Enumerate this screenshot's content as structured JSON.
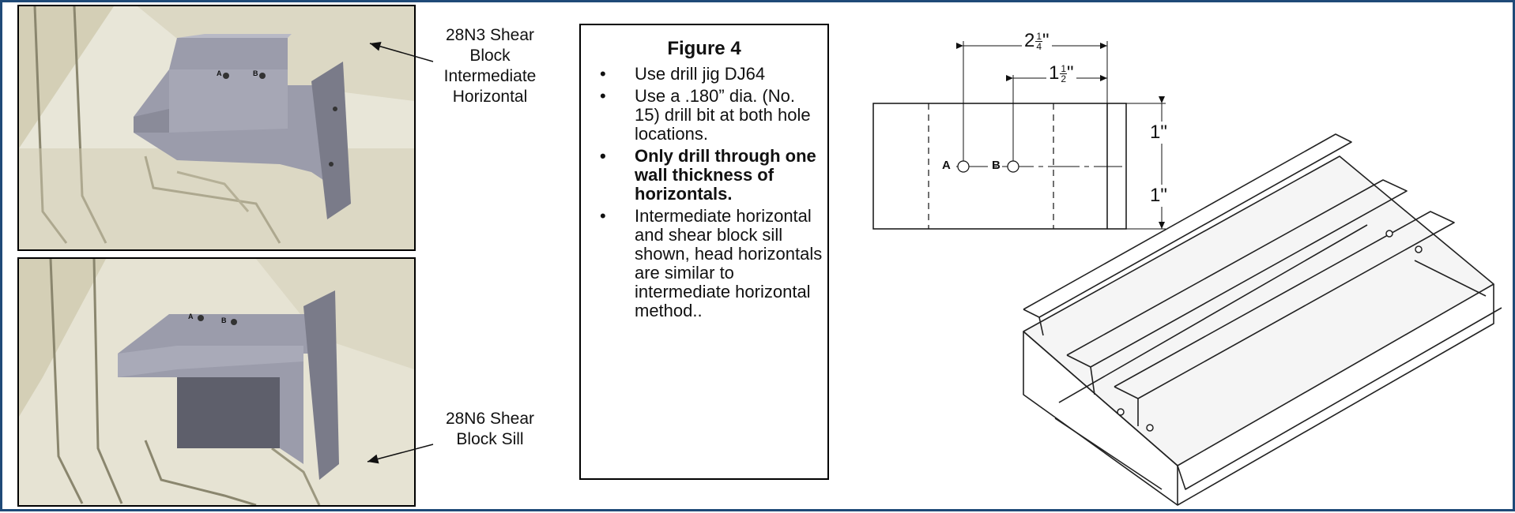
{
  "callouts": {
    "top": [
      "28N3 Shear",
      "Block",
      "Intermediate",
      "Horizontal"
    ],
    "bottom": [
      "28N6 Shear",
      "Block Sill"
    ]
  },
  "figure": {
    "title": "Figure 4",
    "items": [
      {
        "text": "Use drill jig DJ64",
        "bold": false
      },
      {
        "text": "Use a .180” dia. (No. 15) drill bit at both hole locations.",
        "bold": false
      },
      {
        "text": "Only drill through one wall thickness of horizontals.",
        "bold": true
      },
      {
        "text": "Intermediate horizontal and shear block sill shown, head horizontals are similar to intermediate horizontal method..",
        "bold": false
      }
    ]
  },
  "photo_marks": {
    "a": "A",
    "b": "B"
  },
  "dimensions": {
    "top_whole": "2",
    "top_num": "1",
    "top_den": "4",
    "top_unit": "\"",
    "mid_whole": "1",
    "mid_num": "1",
    "mid_den": "2",
    "mid_unit": "\"",
    "right_upper": "1\"",
    "right_lower": "1\""
  },
  "holes": {
    "a": "A",
    "b": "B"
  },
  "colors": {
    "frame": "#1f4a78",
    "block": "#8c8d9c",
    "extrusion": "#d9d5c2"
  }
}
